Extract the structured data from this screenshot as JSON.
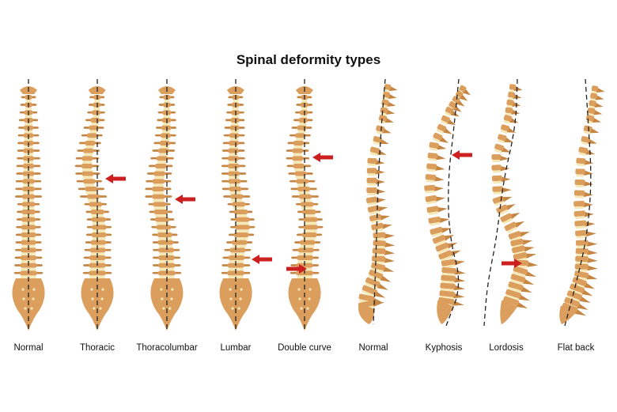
{
  "title": "Spinal deformity types",
  "colors": {
    "vertebra": "#DB9E5C",
    "vertebra_dark": "#C58543",
    "disc": "#F6E9B9",
    "arrow": "#CC1F1F",
    "axis_line": "#222222",
    "text": "#111111"
  },
  "icons": {
    "arrow": "red-arrow-icon",
    "axis": "dashed-axis-line"
  },
  "spines": [
    {
      "id": "normal-front",
      "label": "Normal",
      "view": "front",
      "curve": "none",
      "arrow": false
    },
    {
      "id": "thoracic",
      "label": "Thoracic",
      "view": "front",
      "curve": "thoracic",
      "arrow": true
    },
    {
      "id": "thoracolumbar",
      "label": "Thoracolumbar",
      "view": "front",
      "curve": "thoracolumbar",
      "arrow": true
    },
    {
      "id": "lumbar",
      "label": "Lumbar",
      "view": "front",
      "curve": "lumbar",
      "arrow": true
    },
    {
      "id": "double-curve",
      "label": "Double curve",
      "view": "front",
      "curve": "double",
      "arrow": true,
      "arrow_count": 2
    },
    {
      "id": "normal-side",
      "label": "Normal",
      "view": "side",
      "curve": "normal",
      "arrow": false
    },
    {
      "id": "kyphosis",
      "label": "Kyphosis",
      "view": "side",
      "curve": "kyphosis",
      "arrow": true
    },
    {
      "id": "lordosis",
      "label": "Lordosis",
      "view": "side",
      "curve": "lordosis",
      "arrow": true
    },
    {
      "id": "flat-back",
      "label": "Flat back",
      "view": "side",
      "curve": "flat",
      "arrow": false
    }
  ]
}
